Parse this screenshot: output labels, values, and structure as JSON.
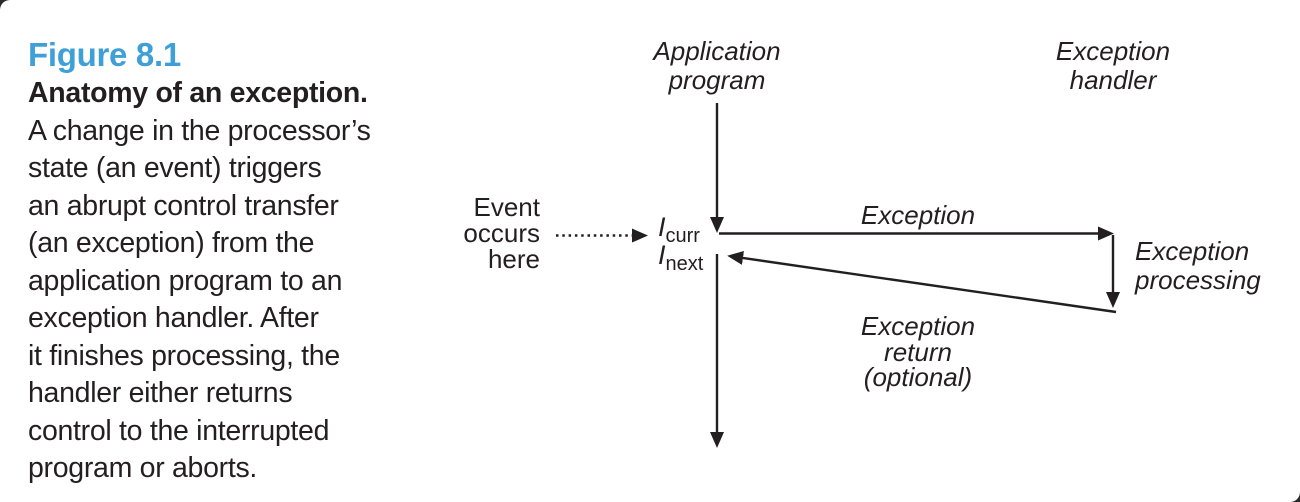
{
  "figure": {
    "number": "Figure 8.1",
    "title": "Anatomy of an exception.",
    "caption": "A change in the processor’s\nstate (an event) triggers\nan abrupt control transfer\n(an exception) from the\napplication program to an\nexception handler. After\nit finishes processing, the\nhandler either returns\ncontrol to the interrupted\nprogram or aborts."
  },
  "diagram": {
    "labels": {
      "application_program": "Application\nprogram",
      "exception_handler": "Exception\nhandler",
      "event_occurs_here": "Event\noccurs\nhere",
      "exception": "Exception",
      "exception_processing": "Exception\nprocessing",
      "exception_return": "Exception\nreturn\n(optional)"
    },
    "instructions": {
      "icurr": {
        "symbol": "I",
        "subscript": "curr"
      },
      "inext": {
        "symbol": "I",
        "subscript": "next"
      }
    }
  },
  "colors": {
    "figure_number": "#3fa0d8",
    "text": "#231f20",
    "diagram_lines": "#231f20",
    "background": "#ffffff"
  }
}
